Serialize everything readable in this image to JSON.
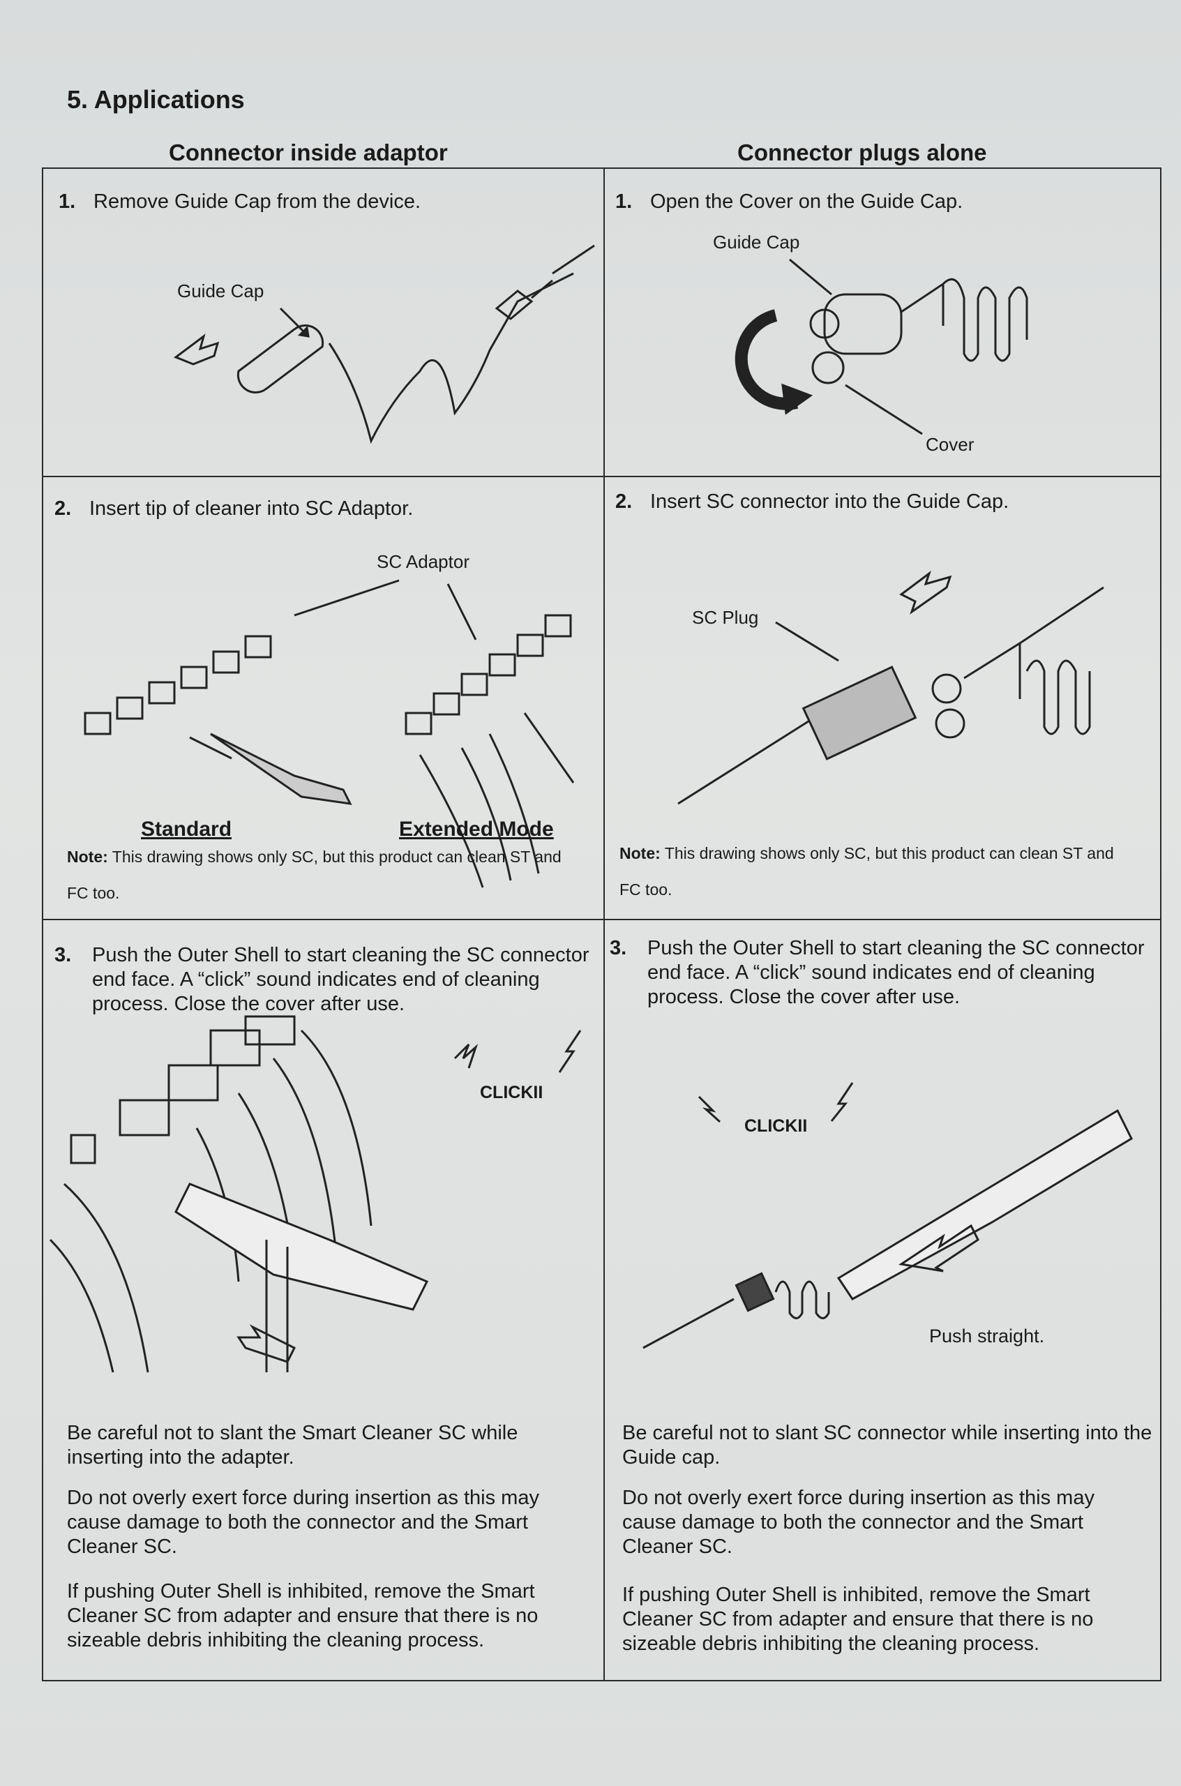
{
  "section_heading": "5.  Applications",
  "columns": {
    "left": "Connector inside adaptor",
    "right": "Connector plugs alone"
  },
  "left": {
    "step1": {
      "num": "1.",
      "text": "Remove Guide Cap from the device.",
      "label_guide_cap": "Guide Cap"
    },
    "step2": {
      "num": "2.",
      "text": "Insert tip of cleaner into SC Adaptor.",
      "label_sc_adaptor": "SC Adaptor",
      "mode_standard": "Standard",
      "mode_extended": "Extended Mode",
      "note_prefix": "Note:",
      "note_text": "This drawing shows only SC, but this product can clean ST and FC too."
    },
    "step3": {
      "num": "3.",
      "text": "Push the Outer Shell to start cleaning the SC connector end face. A “click” sound indicates end of cleaning process.   Close the cover after use.",
      "click_label": "CLICKII",
      "caution1": "Be careful not to slant the Smart Cleaner SC while inserting into the adapter.",
      "caution2": "Do not overly exert force during insertion as this may cause damage to both the connector and the Smart Cleaner SC.",
      "caution3": "If pushing Outer Shell is inhibited, remove the Smart Cleaner SC from adapter and ensure that there is no sizeable debris inhibiting the cleaning process."
    }
  },
  "right": {
    "step1": {
      "num": "1.",
      "text": "Open the Cover on the Guide Cap.",
      "label_guide_cap": "Guide Cap",
      "label_cover": "Cover"
    },
    "step2": {
      "num": "2.",
      "text": "Insert SC connector into the Guide Cap.",
      "label_sc_plug": "SC Plug",
      "note_prefix": "Note:",
      "note_text": "This drawing shows only SC, but this product can clean ST and FC too."
    },
    "step3": {
      "num": "3.",
      "text": "Push the Outer Shell to start cleaning the SC connector end face. A “click” sound indicates end of cleaning process.   Close the cover after use.",
      "click_label": "CLICKII",
      "push_label": "Push straight.",
      "caution1": "Be careful not to slant SC connector while inserting into the Guide cap.",
      "caution2": "Do not overly exert force during insertion as this may cause damage to both the connector and the Smart Cleaner SC.",
      "caution3": "If pushing Outer Shell is inhibited, remove the Smart Cleaner SC from adapter and ensure that there is no sizeable debris inhibiting the cleaning process."
    }
  }
}
